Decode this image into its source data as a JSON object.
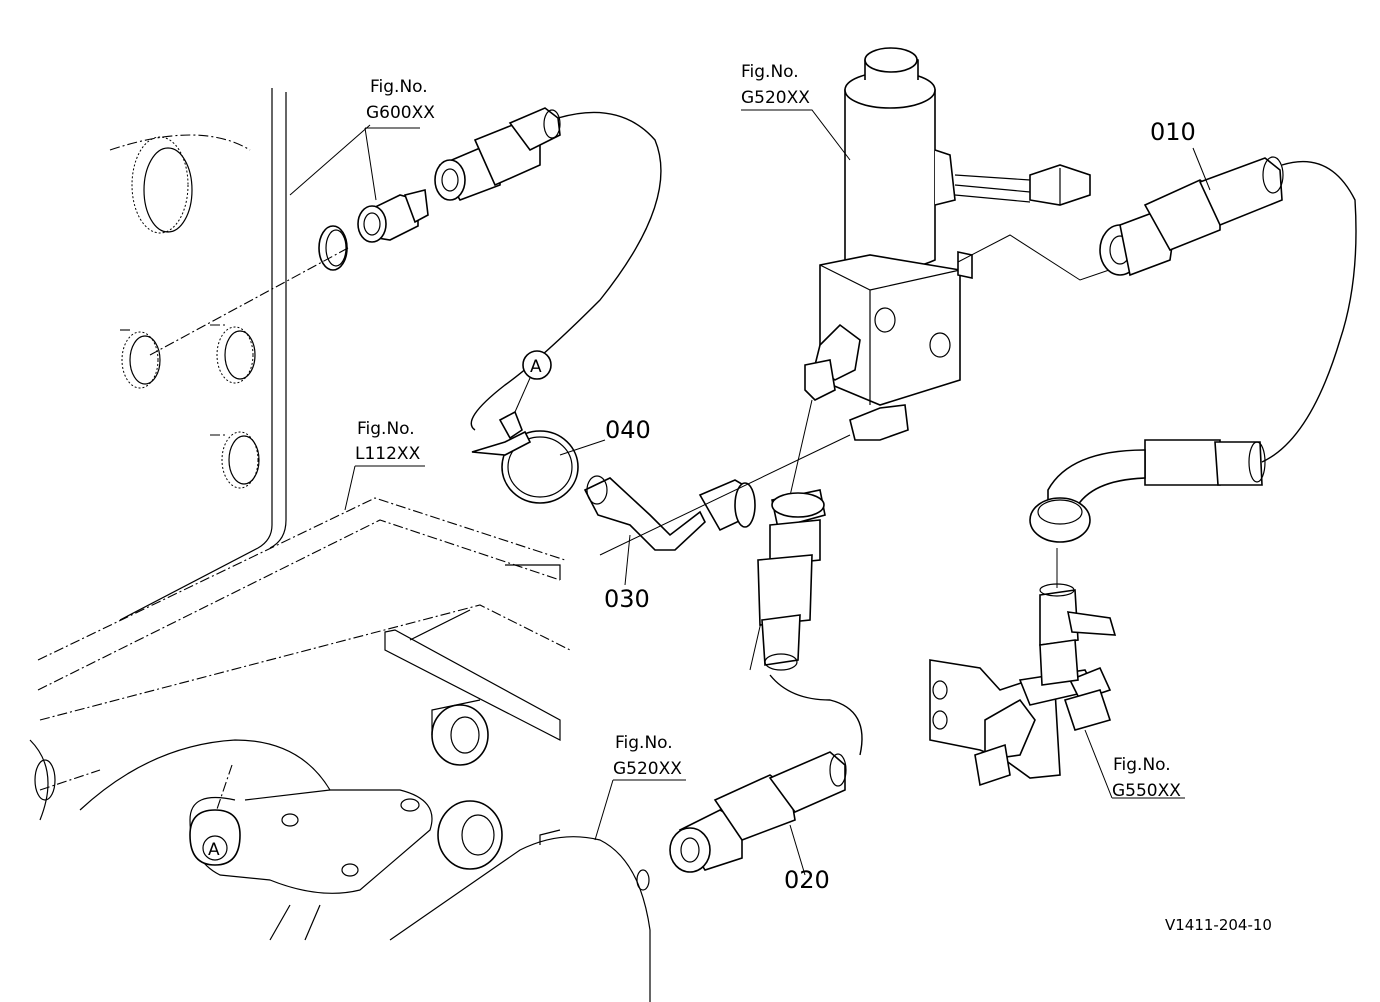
{
  "callouts": {
    "fig_g600": {
      "line1": "Fig.No.",
      "line2": "G600XX"
    },
    "fig_g520_top": {
      "line1": "Fig.No.",
      "line2": "G520XX"
    },
    "fig_l112": {
      "line1": "Fig.No.",
      "line2": "L112XX"
    },
    "fig_g520_bottom": {
      "line1": "Fig.No.",
      "line2": "G520XX"
    },
    "fig_g550": {
      "line1": "Fig.No.",
      "line2": "G550XX"
    }
  },
  "part_numbers": {
    "p010": "010",
    "p020": "020",
    "p030": "030",
    "p040": "040"
  },
  "view_markers": {
    "marker_a_top": "A",
    "marker_a_bottom": "A"
  },
  "drawing_code": "V1411-204-10"
}
